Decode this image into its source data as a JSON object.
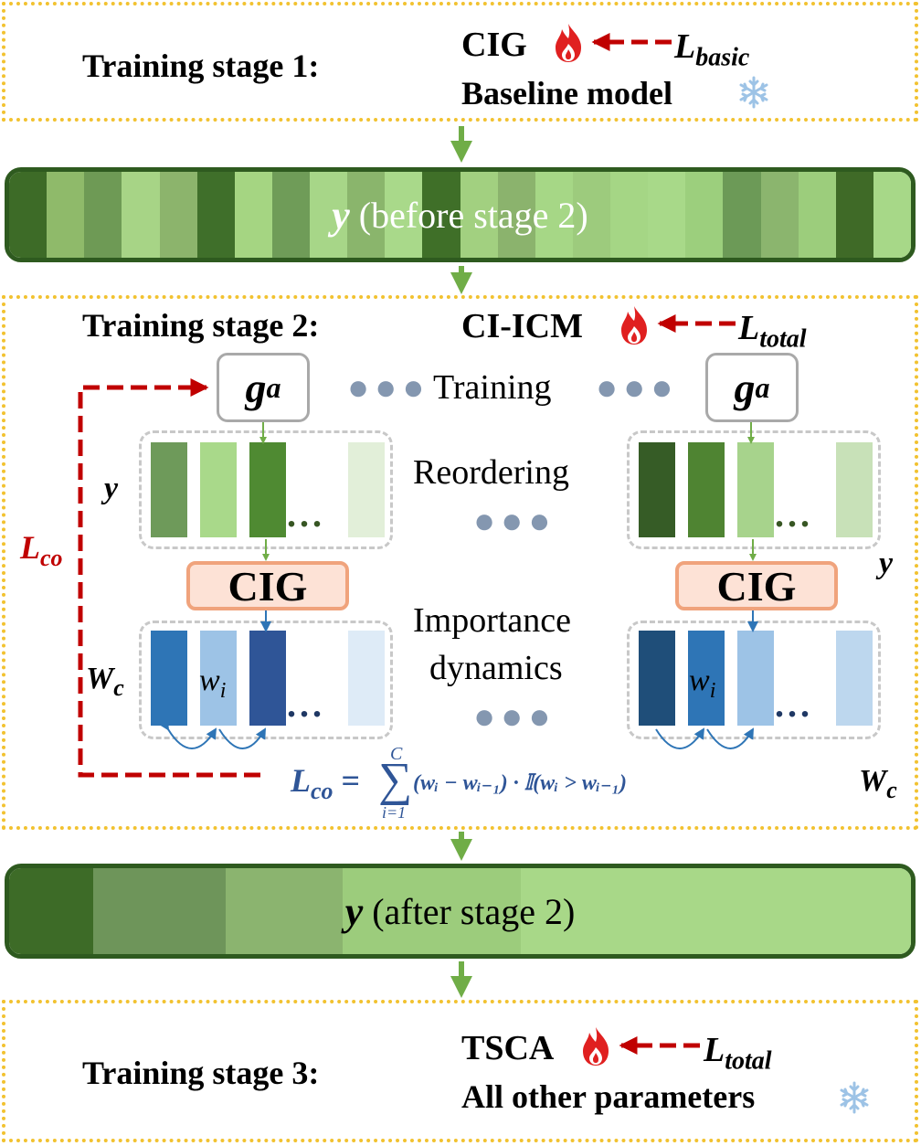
{
  "stage1": {
    "label": "Training stage 1:",
    "cig": "CIG",
    "loss_main": "L",
    "loss_sub": "basic",
    "baseline": "Baseline model"
  },
  "bar1": {
    "y": "y",
    "label": " (before stage 2)",
    "stripes": [
      "#3d6b27",
      "#8fba6a",
      "#6e9a55",
      "#a7d486",
      "#8cb46c",
      "#3f6f2a",
      "#a5d582",
      "#6f9c58",
      "#a7d688",
      "#8ab56c",
      "#a9d98a",
      "#3f6f28",
      "#a2d080",
      "#8bb36d",
      "#a6d786",
      "#9dcb7d",
      "#a5d685",
      "#a8d989",
      "#9ccf7d",
      "#6c9a57",
      "#8bb56e",
      "#9ccd7c",
      "#3f6a27",
      "#a7d888"
    ]
  },
  "stage2": {
    "label": "Training stage 2:",
    "ciicm": "CI-ICM",
    "loss_main": "L",
    "loss_sub": "total",
    "ga_main": "g",
    "ga_sub": "a",
    "training": "Training",
    "reordering": "Reordering",
    "importance": "Importance",
    "dynamics": "dynamics",
    "cig": "CIG",
    "y": "y",
    "wc_main": "W",
    "wc_sub": "c",
    "wi_main": "w",
    "wi_sub": "i",
    "lco_main": "L",
    "lco_sub": "co",
    "formula_lhs_main": "L",
    "formula_lhs_sub": "co",
    "formula_eq": " = ",
    "sum_top": "C",
    "sum_bottom": "i=1",
    "formula_rhs": "(wᵢ − wᵢ₋₁) · 𝕀(wᵢ > wᵢ₋₁)",
    "left_y_cols": [
      "#6e9a5a",
      "#a9d98a",
      "#4f8a32",
      "#e2efd9"
    ],
    "right_y_cols": [
      "#365c26",
      "#4f8432",
      "#a7d38c",
      "#c8e1b8"
    ],
    "left_w_cols": [
      "#2e75b6",
      "#9dc3e6",
      "#2f5597",
      "#deebf7"
    ],
    "right_w_cols": [
      "#1f4e79",
      "#2e75b6",
      "#9dc3e6",
      "#bdd7ee"
    ]
  },
  "bar2": {
    "y": "y",
    "label": " (after stage 2)",
    "segments": [
      {
        "color": "#3d6b27",
        "flex": 92
      },
      {
        "color": "#6e955a",
        "flex": 146
      },
      {
        "color": "#8bb46f",
        "flex": 128
      },
      {
        "color": "#9ccc7c",
        "flex": 196
      },
      {
        "color": "#a8d888",
        "flex": 428
      }
    ]
  },
  "stage3": {
    "label": "Training stage 3:",
    "tsca": "TSCA",
    "loss_main": "L",
    "loss_sub": "total",
    "others": "All other parameters"
  },
  "colors": {
    "red_loss": "#c00000",
    "green_arrow": "#70ad47",
    "blue_formula": "#2f5597",
    "dots_gray": "#8497b0",
    "dark_dots_green": "#375623",
    "dark_dots_blue": "#1f3864"
  },
  "icons": {
    "fire": "fire-icon",
    "snowflake": "snowflake-icon"
  }
}
